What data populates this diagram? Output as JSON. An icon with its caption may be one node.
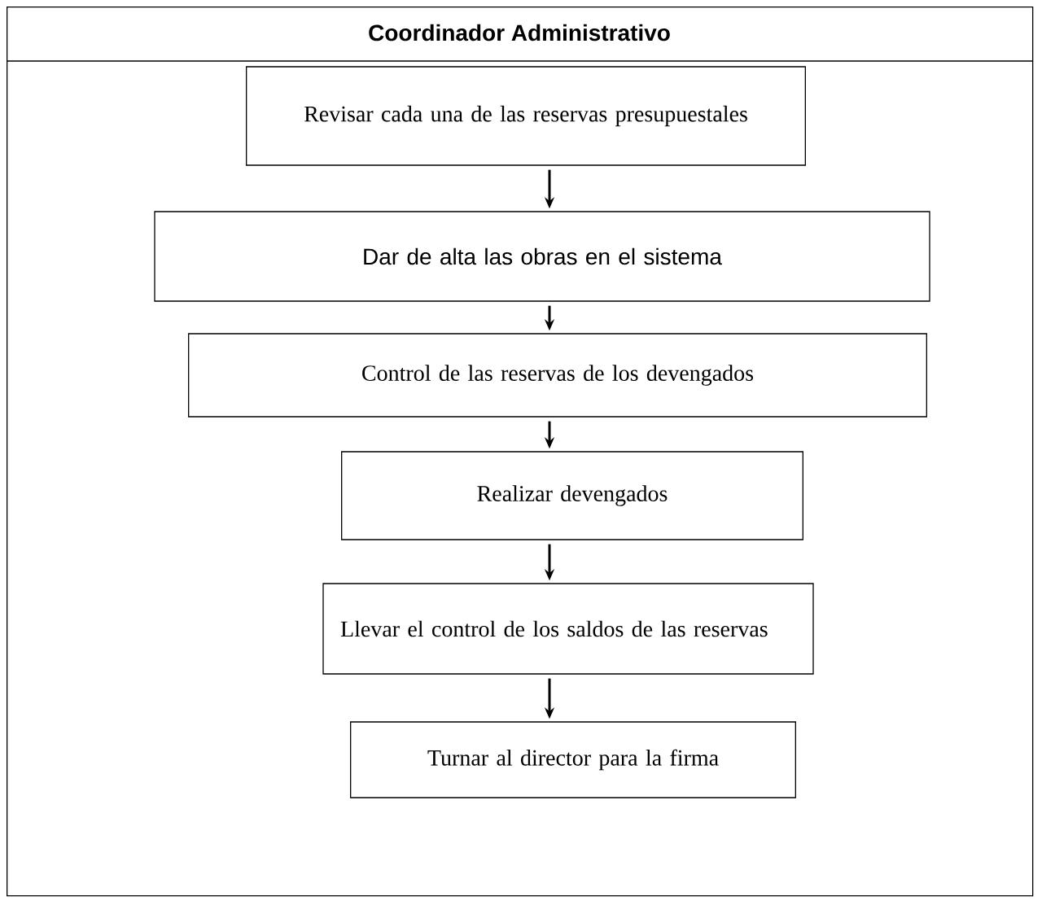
{
  "diagram": {
    "nodes": [
      {
        "text": [
          "Coordinador Administrativo"
        ]
      },
      {
        "text": [
          "Revisar cada una de las reservas presupuestales"
        ],
        "in": 0
      },
      {
        "text": [
          "Dar de alta las obras en el sistema"
        ],
        "in": 0
      },
      {
        "text": [
          "Control de las reservas de los devengados"
        ],
        "in": 0
      },
      {
        "text": [
          "Realizar devengados"
        ],
        "in": 0
      },
      {
        "text": [
          "Llevar el control de los saldos de las reservas"
        ],
        "in": 0
      },
      {
        "text": [
          "Turnar al director para la firma"
        ],
        "in": 0
      }
    ],
    "edges": [
      {
        "from": 1,
        "to": 2,
        "arrow": "to"
      },
      {
        "from": 2,
        "to": 3,
        "arrow": "to"
      },
      {
        "from": 3,
        "to": 4,
        "arrow": "to"
      },
      {
        "from": 4,
        "to": 5,
        "arrow": "to"
      },
      {
        "from": 5,
        "to": 6,
        "arrow": "to"
      }
    ]
  }
}
